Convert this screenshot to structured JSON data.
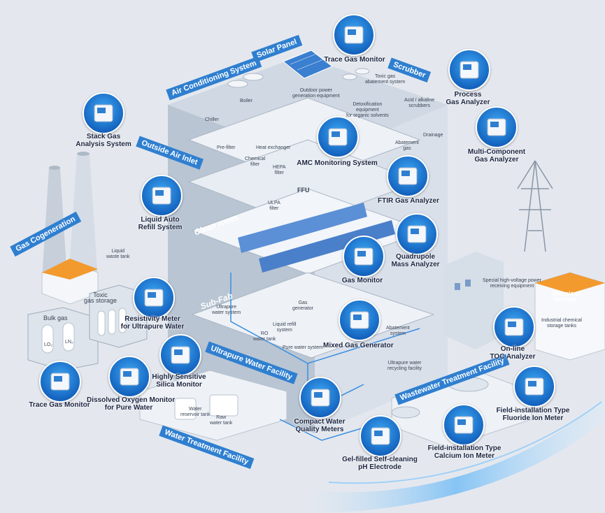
{
  "zones": {
    "air_conditioning": "Air Conditioning System",
    "solar_panel": "Solar Panel",
    "scrubber": "Scrubber",
    "outside_air_inlet": "Outside Air Inlet",
    "gas_cogeneration": "Gas Cogeneration",
    "ultrapure_water": "Ultrapure Water Facility",
    "wastewater": "Wastewater Treatment Facility",
    "water_treatment": "Water Treatment Facility"
  },
  "halls": {
    "clean_room": "Clean room",
    "sub_fab": "Sub-Fab"
  },
  "devices": {
    "trace_gas_top": "Trace Gas Monitor",
    "process_gas": [
      "Process",
      "Gas Analyzer"
    ],
    "multi_component": [
      "Multi-Component",
      "Gas Analyzer"
    ],
    "stack_gas": [
      "Stack Gas",
      "Analysis System"
    ],
    "amc": "AMC Monitoring System",
    "ftir": "FTIR Gas Analyzer",
    "liquid_refill": [
      "Liquid Auto",
      "Refill System"
    ],
    "quadrupole": [
      "Quadrupole",
      "Mass Analyzer"
    ],
    "gas_monitor": "Gas Monitor",
    "resistivity": [
      "Resistivity Meter",
      "for Ultrapure Water"
    ],
    "mixed_gas": "Mixed Gas Generator",
    "online_toc": [
      "On-line",
      "TOC Analyzer"
    ],
    "silica": [
      "Highly Sensitive",
      "Silica Monitor"
    ],
    "dissolved_oxygen": [
      "Dissolved Oxygen Monitor",
      "for Pure Water"
    ],
    "trace_gas_bottom": "Trace Gas Monitor",
    "compact_water": [
      "Compact Water",
      "Quality Meters"
    ],
    "fluoride": [
      "Field-installation Type",
      "Fluoride Ion Meter"
    ],
    "calcium": [
      "Field-installation Type",
      "Calcium Ion Meter"
    ],
    "ph_electrode": [
      "Gel-filled Self-cleaning",
      "pH Electrode"
    ]
  },
  "small_labels": {
    "boiler": "Boiler",
    "chiller": "Chiller",
    "outdoor_power": [
      "Outdoor power",
      "generation equipment"
    ],
    "toxic_abatement": [
      "Toxic gas",
      "abatement system"
    ],
    "acid_alkaline": [
      "Acid / alkaline",
      "scrubbers"
    ],
    "detox": [
      "Detoxification",
      "equipment",
      "for organic solvents"
    ],
    "drainage": "Drainage",
    "abatement_gas": [
      "Abatement",
      "gas"
    ],
    "pre_filter": "Pre-filter",
    "heat_exchanger": "Heat exchanger",
    "chemical_filter": [
      "Chemical",
      "filter"
    ],
    "hepa": [
      "HEPA",
      "filter"
    ],
    "ffu": "FFU",
    "ulpa": [
      "ULPA",
      "filter"
    ],
    "liquid_waste": [
      "Liquid",
      "waste tank"
    ],
    "toxic_storage": [
      "Toxic",
      "gas storage"
    ],
    "bulk_gas": "Bulk gas",
    "lo2": "LO₂",
    "ln2": "LN₂",
    "ultrapure_system": [
      "Ultrapure",
      "water system"
    ],
    "gas_generator": [
      "Gas",
      "generator"
    ],
    "liquid_refill_sys": [
      "Liquid refill",
      "system"
    ],
    "ro_tank": [
      "RO",
      "water tank"
    ],
    "pure_water": "Pure water system",
    "abatement_system": [
      "Abatement",
      "system"
    ],
    "ultrapure_recycling": [
      "Ultrapure water",
      "recycling facility"
    ],
    "water_reservoir": [
      "Water",
      "reservoir tank"
    ],
    "raw_water": [
      "Raw",
      "water tank"
    ],
    "high_voltage": [
      "Special high-voltage power",
      "receiving equipment"
    ],
    "chemical_storage_zone": [
      "Chemical",
      "storage"
    ],
    "industrial_tanks": [
      "Industrial chemical",
      "storage tanks"
    ]
  },
  "colors": {
    "background": "#e4e8ee",
    "building": "#c9d3df",
    "accent_blue": "#2f7fd0",
    "device_blue": "#1976d2",
    "chemical_orange": "#f08a1c"
  }
}
